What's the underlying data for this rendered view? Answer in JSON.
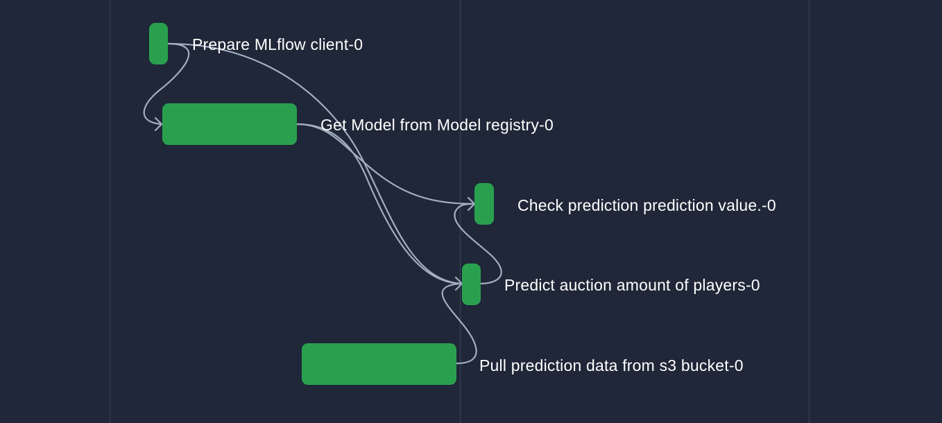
{
  "colors": {
    "background": "#1f2738",
    "grid_line": "#323d50",
    "task_bar": "#2aa04f",
    "edge": "#a3aec2",
    "label": "#ffffff"
  },
  "tasks": [
    {
      "id": "prepare",
      "label": "Prepare MLflow client-0"
    },
    {
      "id": "get_model",
      "label": "Get Model from Model registry-0"
    },
    {
      "id": "check",
      "label": "Check prediction prediction value.-0"
    },
    {
      "id": "predict",
      "label": "Predict auction amount of players-0"
    },
    {
      "id": "pull",
      "label": "Pull prediction data from s3 bucket-0"
    }
  ],
  "dependencies": [
    {
      "from": "prepare",
      "to": "get_model"
    },
    {
      "from": "prepare",
      "to": "predict"
    },
    {
      "from": "get_model",
      "to": "check"
    },
    {
      "from": "get_model",
      "to": "predict"
    },
    {
      "from": "predict",
      "to": "check"
    },
    {
      "from": "pull",
      "to": "predict"
    }
  ]
}
